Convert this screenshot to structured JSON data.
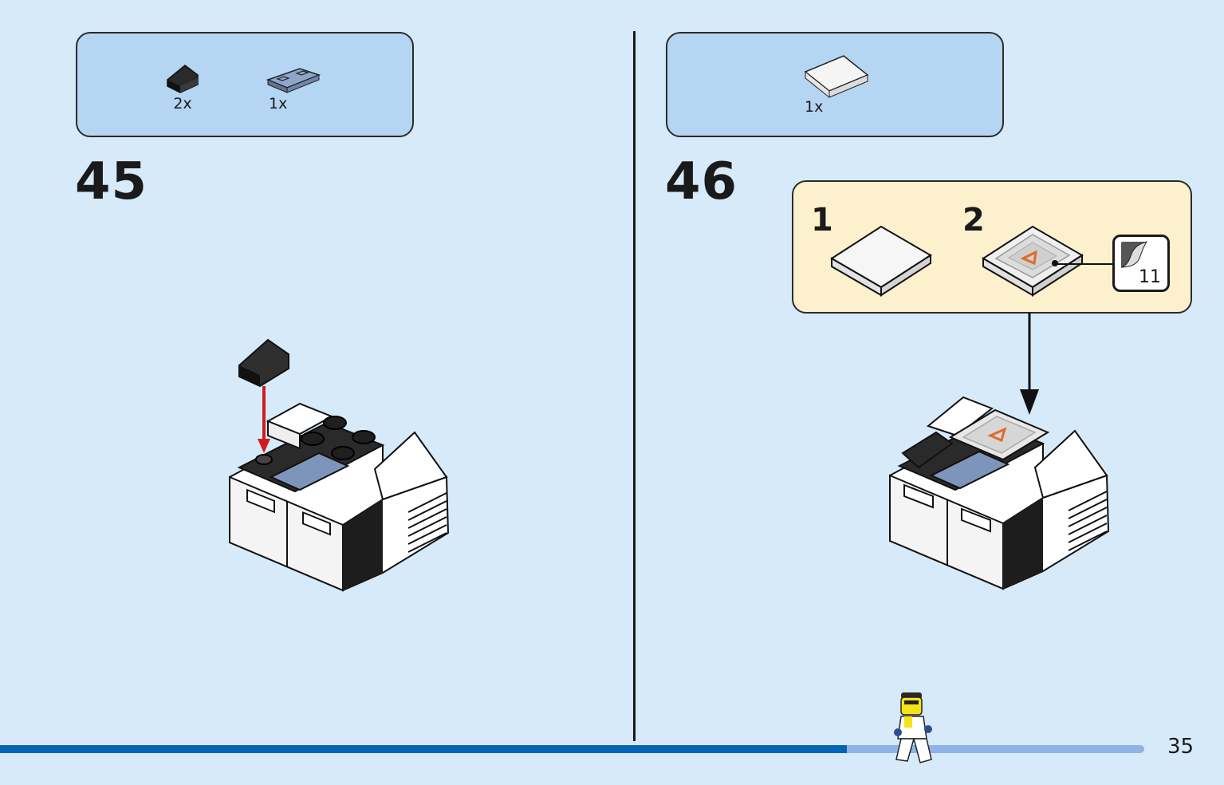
{
  "step_45": {
    "number": "45",
    "parts": [
      {
        "qty": "2x",
        "icon": "black-slope-brick-icon"
      },
      {
        "qty": "1x",
        "icon": "gray-grille-tile-icon"
      }
    ]
  },
  "step_46": {
    "number": "46",
    "parts": [
      {
        "qty": "1x",
        "icon": "white-flat-tile-icon"
      }
    ],
    "subassembly": {
      "steps": [
        "1",
        "2"
      ],
      "sticker_number": "11"
    }
  },
  "footer": {
    "page_number": "35",
    "progress": 0.74
  },
  "colors": {
    "background": "#d6eafa",
    "parts_box": "#b5d6f2",
    "subassembly_box": "#fcf1cc",
    "progress_fill": "#0563b6",
    "progress_track": "#8fb3e6",
    "arrow_red": "#d01c1f"
  }
}
